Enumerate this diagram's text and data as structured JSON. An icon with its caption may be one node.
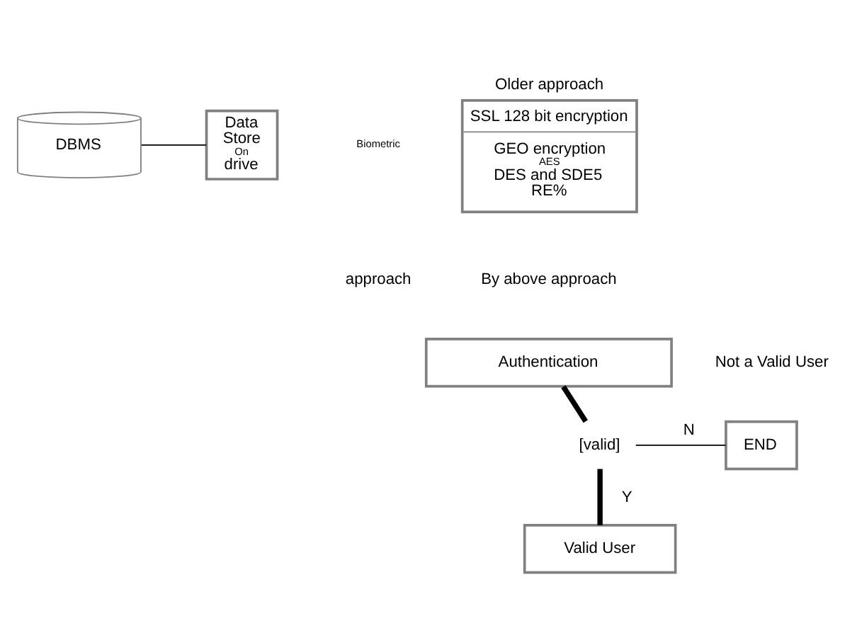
{
  "diagram": {
    "nodes": [
      {
        "text": [
          "DBMS"
        ]
      },
      {
        "text": [
          "Data",
          "Store",
          "On",
          "drive"
        ]
      },
      {
        "text": [
          "Older approach",
          "SSL 128 bit encryption",
          "GEO encryption",
          "AES",
          "DES and SDE5",
          "RE%"
        ]
      },
      {
        "text": [
          "Authentication"
        ]
      },
      {
        "text": [
          "[valid]"
        ]
      },
      {
        "text": [
          "END"
        ],
        "beside": [
          "Not a Valid User"
        ]
      },
      {
        "text": [
          "Valid User"
        ]
      }
    ],
    "edges": [
      {
        "from": 0,
        "to": 1,
        "arrow": "none"
      },
      {
        "from": 3,
        "to": 4,
        "arrow": "none",
        "style": "thick"
      },
      {
        "from": 4,
        "to": 5,
        "arrow": "none",
        "label": "N"
      },
      {
        "from": 4,
        "to": 6,
        "arrow": "none",
        "label": "Y",
        "style": "thick"
      }
    ],
    "labels": [
      "Biometric",
      "approach",
      "By above approach"
    ]
  }
}
